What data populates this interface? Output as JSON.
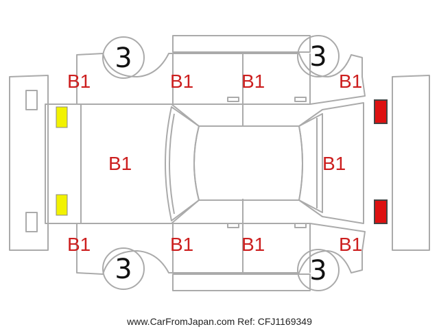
{
  "colors": {
    "outline": "#aaaaaa",
    "grade_text": "#cc1e1e",
    "front_lamp": "#f2f200",
    "rear_lamp": "#dd1111"
  },
  "grades": {
    "front_left_fender": "B1",
    "front_left_door": "B1",
    "rear_left_door": "B1",
    "rear_left_quarter": "B1",
    "hood": "B1",
    "tailgate": "B1",
    "front_right_fender": "B1",
    "front_right_door": "B1",
    "rear_right_door": "B1",
    "rear_right_quarter": "B1"
  },
  "wheels": {
    "front_left": "3",
    "rear_left": "3",
    "front_right": "3",
    "rear_right": "3"
  },
  "lamps": {
    "front": "yellow",
    "rear": "red"
  },
  "footer": {
    "text": "www.CarFromJapan.com Ref: CFJ1169349"
  }
}
